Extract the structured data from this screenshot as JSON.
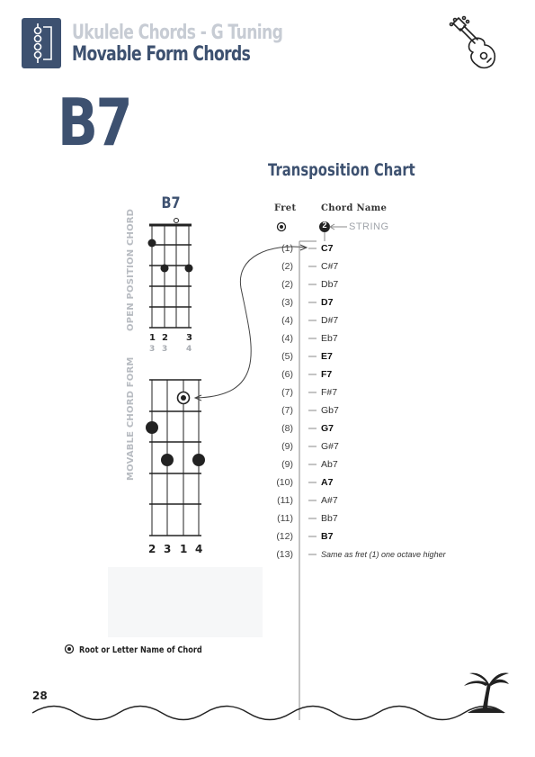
{
  "header": {
    "title_line1": "Ukulele Chords - G Tuning",
    "title_line2": "Movable Form Chords",
    "logo_icon": "chord-logo-icon",
    "ukulele_icon": "ukulele-icon"
  },
  "chord": {
    "name": "B7"
  },
  "diagrams": {
    "title": "B7",
    "open_label": "OPEN POSITION CHORD",
    "movable_label": "MOVABLE CHORD FORM",
    "open_fingers": [
      "1",
      "2",
      "3"
    ],
    "open_fingers_sub": [
      "3",
      "3",
      "4"
    ],
    "movable_fingers": [
      "2",
      "3",
      "1",
      "4"
    ]
  },
  "transposition": {
    "title": "Transposition Chart",
    "fret_header": "Fret",
    "chord_header": "Chord Name",
    "string_number": "2",
    "string_label": "STRING",
    "rows": [
      {
        "fret": "(1)",
        "chord": "C7",
        "bold": true
      },
      {
        "fret": "(2)",
        "chord": "C#7",
        "bold": false
      },
      {
        "fret": "(2)",
        "chord": "Db7",
        "bold": false
      },
      {
        "fret": "(3)",
        "chord": "D7",
        "bold": true
      },
      {
        "fret": "(4)",
        "chord": "D#7",
        "bold": false
      },
      {
        "fret": "(4)",
        "chord": "Eb7",
        "bold": false
      },
      {
        "fret": "(5)",
        "chord": "E7",
        "bold": true
      },
      {
        "fret": "(6)",
        "chord": "F7",
        "bold": true
      },
      {
        "fret": "(7)",
        "chord": "F#7",
        "bold": false
      },
      {
        "fret": "(7)",
        "chord": "Gb7",
        "bold": false
      },
      {
        "fret": "(8)",
        "chord": "G7",
        "bold": true
      },
      {
        "fret": "(9)",
        "chord": "G#7",
        "bold": false
      },
      {
        "fret": "(9)",
        "chord": "Ab7",
        "bold": false
      },
      {
        "fret": "(10)",
        "chord": "A7",
        "bold": true
      },
      {
        "fret": "(11)",
        "chord": "A#7",
        "bold": false
      },
      {
        "fret": "(11)",
        "chord": "Bb7",
        "bold": false
      },
      {
        "fret": "(12)",
        "chord": "B7",
        "bold": true
      },
      {
        "fret": "(13)",
        "chord": "Same as fret (1) one octave higher",
        "bold": false,
        "note": true
      }
    ]
  },
  "legend": {
    "text": "Root or Letter Name of Chord",
    "icon": "root-marker-icon"
  },
  "footer": {
    "page_number": "28",
    "palm_icon": "palm-tree-icon"
  },
  "colors": {
    "brand_navy": "#3d5170",
    "light_gray": "#c7ccd4"
  }
}
